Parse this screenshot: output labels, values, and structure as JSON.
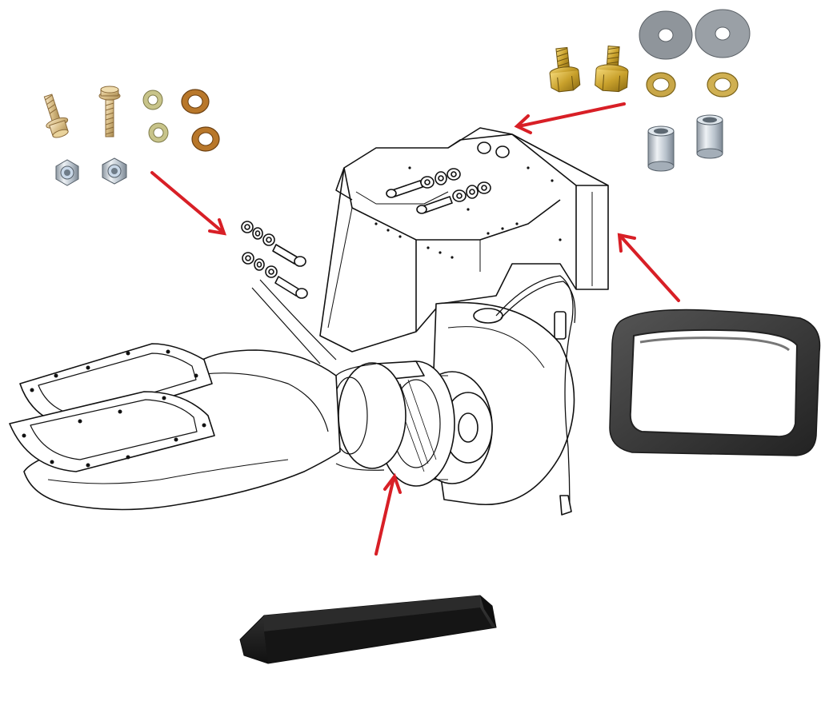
{
  "diagram": {
    "kind": "exploded-parts-diagram",
    "background": "#ffffff",
    "line_color": "#111111",
    "arrow_color": "#d81f26",
    "parts": [
      {
        "name": "screw-kit-left",
        "items": [
          "flange-bolt",
          "flange-bolt",
          "flat-washer",
          "flat-washer",
          "spring-washer",
          "spring-washer",
          "nylock-nut",
          "nylock-nut"
        ]
      },
      {
        "name": "screw-kit-right",
        "items": [
          "hex-bolt",
          "hex-bolt",
          "large-flat-washer",
          "large-flat-washer",
          "spring-washer",
          "spring-washer",
          "spacer-tube",
          "spacer-tube"
        ]
      },
      {
        "name": "rubber-seal-gasket"
      },
      {
        "name": "foam-strip"
      },
      {
        "name": "heater-blower-assembly"
      }
    ],
    "arrows": [
      {
        "name": "arrow-to-left-bolts"
      },
      {
        "name": "arrow-to-top-bolts"
      },
      {
        "name": "arrow-to-heater-box-face"
      },
      {
        "name": "arrow-to-blower-inlet"
      }
    ]
  }
}
